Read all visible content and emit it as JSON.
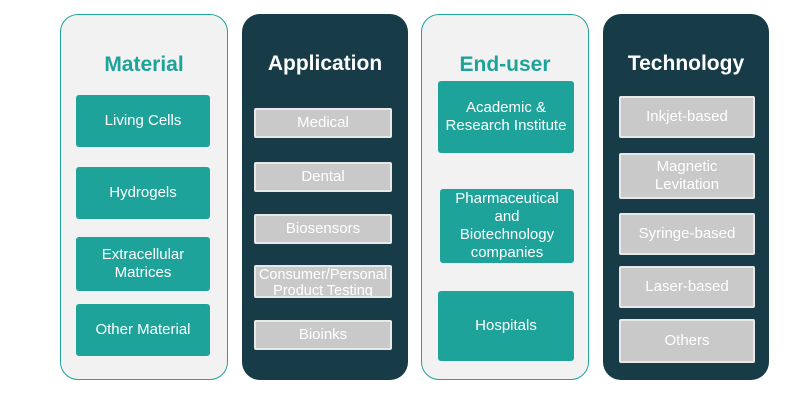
{
  "columns": [
    {
      "title": "Material",
      "items": [
        "Living Cells",
        "Hydrogels",
        "Extracellular Matrices",
        "Other Material"
      ]
    },
    {
      "title": "Application",
      "items": [
        "Medical",
        "Dental",
        "Biosensors",
        "Consumer/Personal Product Testing",
        "Bioinks"
      ]
    },
    {
      "title": "End-user",
      "items": [
        "Academic & Research Institute",
        "Pharmaceutical and Biotechnology companies",
        "Hospitals"
      ]
    },
    {
      "title": "Technology",
      "items": [
        "Inkjet-based",
        "Magnetic Levitation",
        "Syringe-based",
        "Laser-based",
        "Others"
      ]
    }
  ],
  "colors": {
    "teal": "#1ea39b",
    "navy": "#173c48",
    "light_panel": "#f2f2f2",
    "grey_box": "#c9c9c9"
  }
}
